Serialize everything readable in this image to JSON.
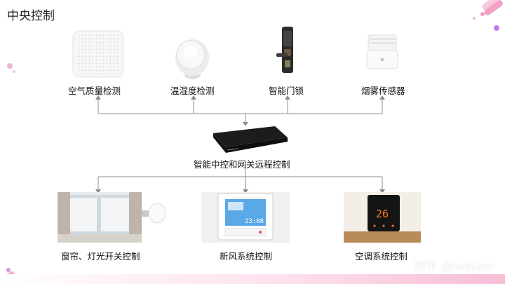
{
  "page": {
    "title": "中央控制"
  },
  "sensors": [
    {
      "label": "空气质量检测",
      "icon": "air-quality-sensor-icon"
    },
    {
      "label": "温湿度检测",
      "icon": "temp-humidity-sensor-icon"
    },
    {
      "label": "智能门锁",
      "icon": "smart-door-lock-icon"
    },
    {
      "label": "烟雾传感器",
      "icon": "smoke-sensor-icon"
    }
  ],
  "hub": {
    "label": "智能中控和网关远程控制",
    "icon": "gateway-hub-icon"
  },
  "controls": [
    {
      "label": "窗帘、灯光开关控制",
      "icon": "curtain-light-icon"
    },
    {
      "label": "新风系统控制",
      "icon": "fresh-air-panel-icon",
      "screen_text": "23:08"
    },
    {
      "label": "空调系统控制",
      "icon": "ac-thermostat-icon",
      "screen_text": "26"
    }
  ],
  "watermark": "知乎 @william",
  "colors": {
    "line": "#8c8c8c",
    "accent_pink": "#f06fa8",
    "accent_purple": "#b46ee0"
  }
}
